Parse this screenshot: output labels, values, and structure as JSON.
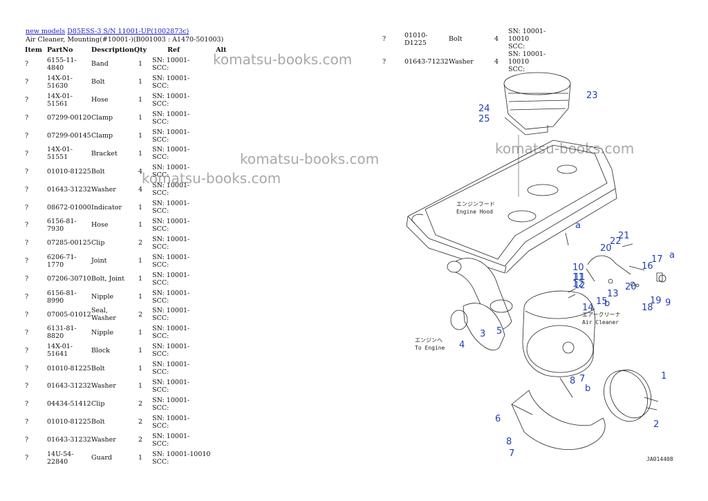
{
  "breadcrumb": {
    "link1": "new models",
    "link2": "D85ESS-3 S/N 11001-UP(1002873c)"
  },
  "subtitle": "Air Cleaner, Mounting(#10001-)(B001003 : A1470-501003)",
  "table": {
    "headers": {
      "item": "Item",
      "partno": "PartNo",
      "description": "Description",
      "qty": "Qty",
      "ref": "Ref",
      "alt": "Alt"
    },
    "rows": [
      {
        "item": "?",
        "partno": "6155-11-4840",
        "desc": "Band",
        "qty": "1",
        "ref1": "SN: 10001-",
        "ref2": "SCC:"
      },
      {
        "item": "?",
        "partno": "14X-01-51630",
        "desc": "Bolt",
        "qty": "1",
        "ref1": "SN: 10001-",
        "ref2": "SCC:"
      },
      {
        "item": "?",
        "partno": "14X-01-51561",
        "desc": "Hose",
        "qty": "1",
        "ref1": "SN: 10001-",
        "ref2": "SCC:"
      },
      {
        "item": "?",
        "partno": "07299-00120",
        "desc": "Clamp",
        "qty": "1",
        "ref1": "SN: 10001-",
        "ref2": "SCC:"
      },
      {
        "item": "?",
        "partno": "07299-00145",
        "desc": "Clamp",
        "qty": "1",
        "ref1": "SN: 10001-",
        "ref2": "SCC:"
      },
      {
        "item": "?",
        "partno": "14X-01-51551",
        "desc": "Bracket",
        "qty": "1",
        "ref1": "SN: 10001-",
        "ref2": "SCC:"
      },
      {
        "item": "?",
        "partno": "01010-81225",
        "desc": "Bolt",
        "qty": "4",
        "ref1": "SN: 10001-",
        "ref2": "SCC:"
      },
      {
        "item": "?",
        "partno": "01643-31232",
        "desc": "Washer",
        "qty": "4",
        "ref1": "SN: 10001-",
        "ref2": "SCC:"
      },
      {
        "item": "?",
        "partno": "08672-01000",
        "desc": "Indicator",
        "qty": "1",
        "ref1": "SN: 10001-",
        "ref2": "SCC:"
      },
      {
        "item": "?",
        "partno": "6156-81-7930",
        "desc": "Hose",
        "qty": "1",
        "ref1": "SN: 10001-",
        "ref2": "SCC:"
      },
      {
        "item": "?",
        "partno": "07285-00125",
        "desc": "Clip",
        "qty": "2",
        "ref1": "SN: 10001-",
        "ref2": "SCC:"
      },
      {
        "item": "?",
        "partno": "6206-71-1770",
        "desc": "Joint",
        "qty": "1",
        "ref1": "SN: 10001-",
        "ref2": "SCC:"
      },
      {
        "item": "?",
        "partno": "07206-30710",
        "desc": "Bolt, Joint",
        "qty": "1",
        "ref1": "SN: 10001-",
        "ref2": "SCC:"
      },
      {
        "item": "?",
        "partno": "6156-81-8990",
        "desc": "Nipple",
        "qty": "1",
        "ref1": "SN: 10001-",
        "ref2": "SCC:"
      },
      {
        "item": "?",
        "partno": "07005-01012",
        "desc": "Seal, Washer",
        "qty": "2",
        "ref1": "SN: 10001-",
        "ref2": "SCC:"
      },
      {
        "item": "?",
        "partno": "6131-81-8820",
        "desc": "Nipple",
        "qty": "1",
        "ref1": "SN: 10001-",
        "ref2": "SCC:"
      },
      {
        "item": "?",
        "partno": "14X-01-51641",
        "desc": "Block",
        "qty": "1",
        "ref1": "SN: 10001-",
        "ref2": "SCC:"
      },
      {
        "item": "?",
        "partno": "01010-81225",
        "desc": "Bolt",
        "qty": "1",
        "ref1": "SN: 10001-",
        "ref2": "SCC:"
      },
      {
        "item": "?",
        "partno": "01643-31232",
        "desc": "Washer",
        "qty": "1",
        "ref1": "SN: 10001-",
        "ref2": "SCC:"
      },
      {
        "item": "?",
        "partno": "04434-51412",
        "desc": "Clip",
        "qty": "2",
        "ref1": "SN: 10001-",
        "ref2": "SCC:"
      },
      {
        "item": "?",
        "partno": "01010-81225",
        "desc": "Bolt",
        "qty": "2",
        "ref1": "SN: 10001-",
        "ref2": "SCC:"
      },
      {
        "item": "?",
        "partno": "01643-31232",
        "desc": "Washer",
        "qty": "2",
        "ref1": "SN: 10001-",
        "ref2": "SCC:"
      },
      {
        "item": "?",
        "partno": "14U-54-22840",
        "desc": "Guard",
        "qty": "1",
        "ref1": "SN: 10001-10010",
        "ref2": "SCC:"
      }
    ],
    "rows_right": [
      {
        "item": "?",
        "partno": "01010-D1225",
        "desc": "Bolt",
        "qty": "4",
        "ref1": "SN: 10001-10010",
        "ref2": "SCC:"
      },
      {
        "item": "?",
        "partno": "01643-71232",
        "desc": "Washer",
        "qty": "4",
        "ref1": "SN: 10001-10010",
        "ref2": "SCC:"
      }
    ]
  },
  "watermark": "komatsu-books.com",
  "diagram": {
    "callouts": [
      "1",
      "2",
      "3",
      "4",
      "5",
      "6",
      "7",
      "8",
      "7",
      "8",
      "9",
      "10",
      "11",
      "12",
      "13",
      "14",
      "15",
      "16",
      "17",
      "18",
      "19",
      "20",
      "20",
      "21",
      "22",
      "23",
      "24",
      "25",
      "11",
      "12"
    ],
    "letters": {
      "a": "a",
      "b": "b"
    },
    "jp_engine_hood": "エンジンフード",
    "engine_hood": "Engine Hood",
    "jp_air_cleaner": "エアークリーナ",
    "air_cleaner": "Air Cleaner",
    "jp_to_engine": "エンジンへ",
    "to_engine": "To Engine",
    "code": "JA014408"
  }
}
